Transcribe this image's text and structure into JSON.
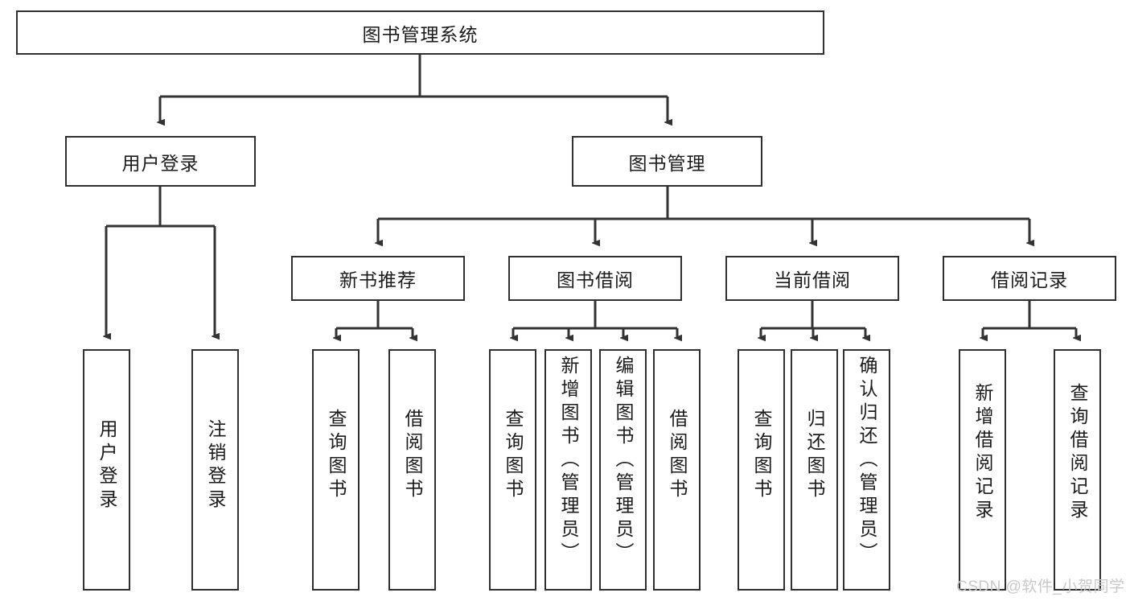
{
  "diagram": {
    "title_node": {
      "label": "图书管理系统"
    },
    "level2": [
      {
        "id": "user-login",
        "label": "用户登录"
      },
      {
        "id": "book-management",
        "label": "图书管理"
      }
    ],
    "level3": [
      {
        "id": "new-book-recommend",
        "label": "新书推荐"
      },
      {
        "id": "book-borrow",
        "label": "图书借阅"
      },
      {
        "id": "current-borrow",
        "label": "当前借阅"
      },
      {
        "id": "borrow-record",
        "label": "借阅记录"
      }
    ],
    "leaves": {
      "user_login": [
        {
          "id": "leaf-user-login",
          "label": "用户登录"
        },
        {
          "id": "leaf-logout-login",
          "label": "注销登录"
        }
      ],
      "new_book_recommend": [
        {
          "id": "leaf-query-book-1",
          "label": "查询图书"
        },
        {
          "id": "leaf-borrow-book-1",
          "label": "借阅图书"
        }
      ],
      "book_borrow": [
        {
          "id": "leaf-query-book-2",
          "label": "查询图书"
        },
        {
          "id": "leaf-add-book-admin",
          "label": "新增图书（管理员）"
        },
        {
          "id": "leaf-edit-book-admin",
          "label": "编辑图书（管理员）"
        },
        {
          "id": "leaf-borrow-book-2",
          "label": "借阅图书"
        }
      ],
      "current_borrow": [
        {
          "id": "leaf-query-book-3",
          "label": "查询图书"
        },
        {
          "id": "leaf-return-book",
          "label": "归还图书"
        },
        {
          "id": "leaf-confirm-return-admin",
          "label": "确认归还（管理员）"
        }
      ],
      "borrow_record": [
        {
          "id": "leaf-add-borrow-record",
          "label": "新增借阅记录"
        },
        {
          "id": "leaf-query-borrow-record",
          "label": "查询借阅记录"
        }
      ]
    }
  },
  "watermark": {
    "text": "CSDN @软件_小贺同学"
  },
  "colors": {
    "box_border": "#2f2f2f",
    "box_fill": "#ffffff",
    "text": "#1b1b1b",
    "connector": "#333333",
    "watermark": "#c9c9c9",
    "background": "#ffffff"
  }
}
